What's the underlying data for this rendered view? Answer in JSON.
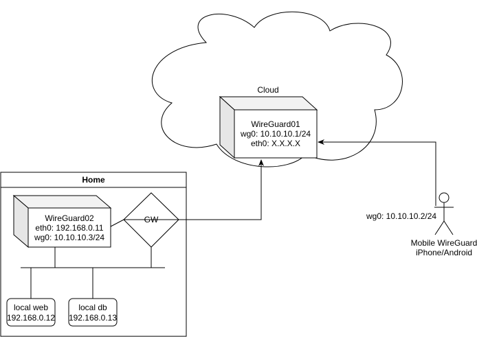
{
  "cloud": {
    "label": "Cloud"
  },
  "wireguard01": {
    "lines": [
      "WireGuard01",
      "wg0: 10.10.10.1/24",
      "eth0: X.X.X.X"
    ]
  },
  "home": {
    "title": "Home"
  },
  "wireguard02": {
    "lines": [
      "WireGuard02",
      "eth0: 192.168.0.11",
      "wg0: 10.10.10.3/24"
    ]
  },
  "gateway": {
    "label": "GW"
  },
  "local_web": {
    "lines": [
      "local web",
      "192.168.0.12"
    ]
  },
  "local_db": {
    "lines": [
      "local db",
      "192.168.0.13"
    ]
  },
  "mobile": {
    "address": "wg0: 10.10.10.2/24",
    "lines": [
      "Mobile WireGuard",
      "iPhone/Android"
    ]
  },
  "colors": {
    "stroke": "#000000",
    "cube_side": "#e6e6e6",
    "cube_top": "#f2f2f2"
  }
}
